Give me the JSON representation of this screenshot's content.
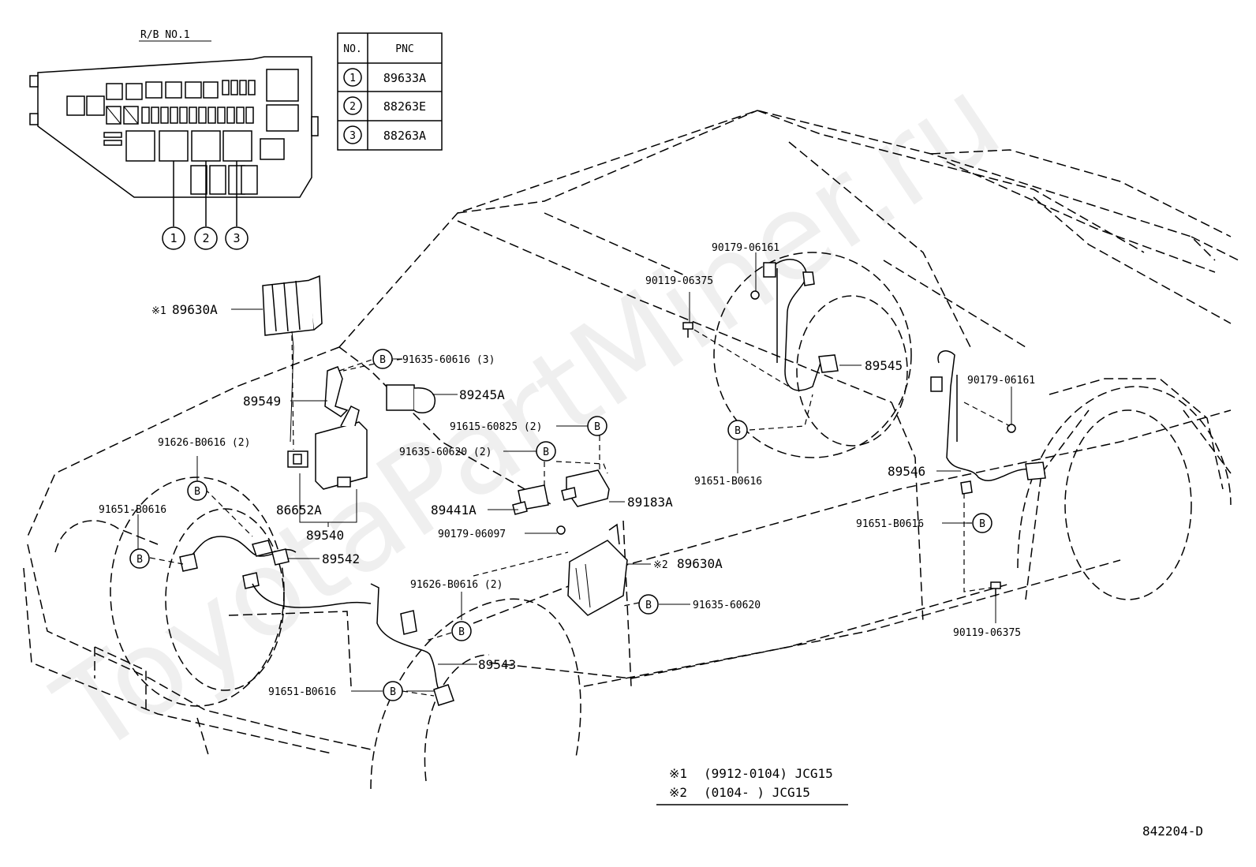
{
  "relay_block": {
    "title": "R/B NO.1",
    "callouts": [
      "1",
      "2",
      "3"
    ]
  },
  "pnc_table": {
    "headers": [
      "NO.",
      "PNC"
    ],
    "rows": [
      {
        "no": "1",
        "pnc": "89633A"
      },
      {
        "no": "2",
        "pnc": "88263E"
      },
      {
        "no": "3",
        "pnc": "88263A"
      }
    ]
  },
  "bolt_symbol": "B",
  "labels": {
    "ecu_top": "89630A",
    "ecu_top_mark": "※1",
    "ecu_bottom": "89630A",
    "ecu_bottom_mark": "※2",
    "bolt_91635_60616": "91635-60616 (3)",
    "p89549": "89549",
    "p89245A": "89245A",
    "bolt_91615_60825": "91615-60825 (2)",
    "bolt_91626_b0616_top": "91626-B0616 (2)",
    "bolt_91635_60620_2": "91635-60620 (2)",
    "bolt_91651_b0616_left": "91651-B0616",
    "p86652A": "86652A",
    "p89540": "89540",
    "p89542": "89542",
    "p89441A": "89441A",
    "nut_90179_06097": "90179-06097",
    "p89183A": "89183A",
    "bolt_91626_b0616_mid": "91626-B0616 (2)",
    "bolt_91635_60620": "91635-60620",
    "p89543": "89543",
    "bolt_91651_b0616_bottom": "91651-B0616",
    "bolt_90119_06375_top": "90119-06375",
    "nut_90179_06161_top": "90179-06161",
    "p89545": "89545",
    "bolt_91651_b0616_mid": "91651-B0616",
    "nut_90179_06161_right": "90179-06161",
    "p89546": "89546",
    "bolt_91651_b0616_right": "91651-B0616",
    "bolt_90119_06375_bottom": "90119-06375"
  },
  "notes": [
    {
      "mark": "※1",
      "text": "(9912-0104) JCG15"
    },
    {
      "mark": "※2",
      "text": "(0104-      ) JCG15"
    }
  ],
  "illustration_number": "842204-D",
  "watermark": "ToyotaPartMiner.ru"
}
